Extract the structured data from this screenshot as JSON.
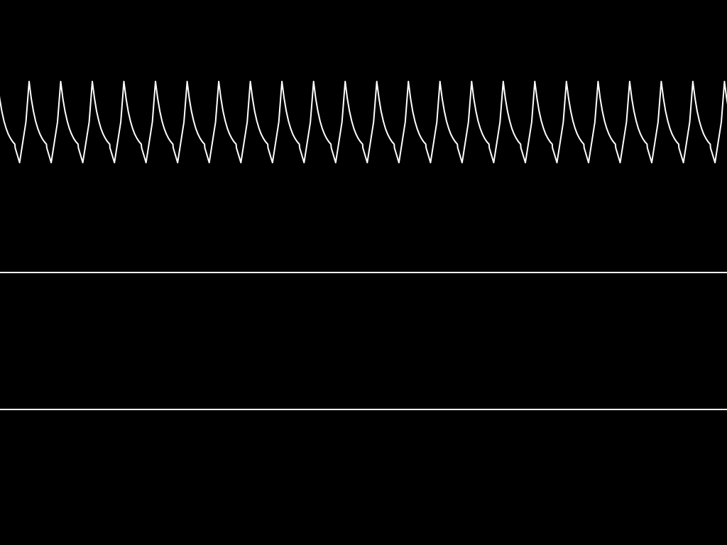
{
  "colors": {
    "background": "#000000",
    "trace": "#ffffff"
  },
  "traces": [
    {
      "channel": 1,
      "waveform": "sawtooth-decay",
      "cycles_visible": 23,
      "level_high": 0.82,
      "level_mid": 0.6,
      "level_low": 0.38,
      "phase_offset": 0.62
    },
    {
      "channel": 2,
      "waveform": "flat",
      "level": 0
    },
    {
      "channel": 3,
      "waveform": "flat",
      "level": 0
    }
  ]
}
